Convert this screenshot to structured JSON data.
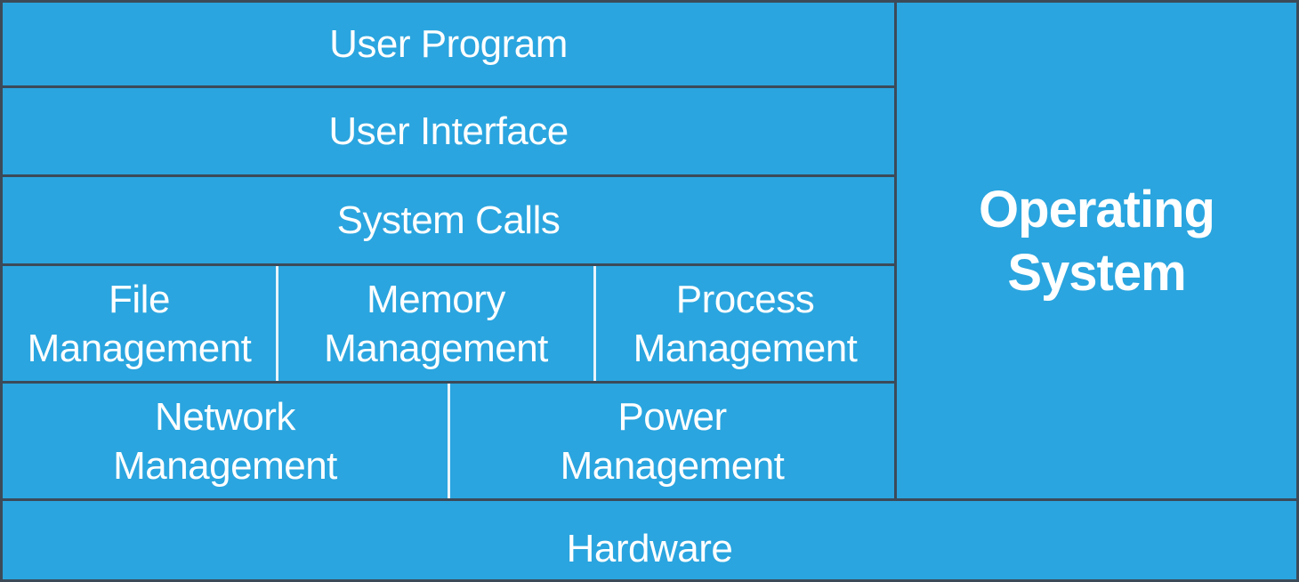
{
  "diagram": {
    "layers": {
      "user_program": "User Program",
      "user_interface": "User Interface",
      "system_calls": "System Calls",
      "file_management": "File\nManagement",
      "memory_management": "Memory\nManagement",
      "process_management": "Process\nManagement",
      "network_management": "Network\nManagement",
      "power_management": "Power\nManagement",
      "hardware": "Hardware"
    },
    "side_label": "Operating\nSystem",
    "colors": {
      "fill": "#2aa5df",
      "border": "#3c4a58",
      "text": "#ffffff"
    }
  }
}
